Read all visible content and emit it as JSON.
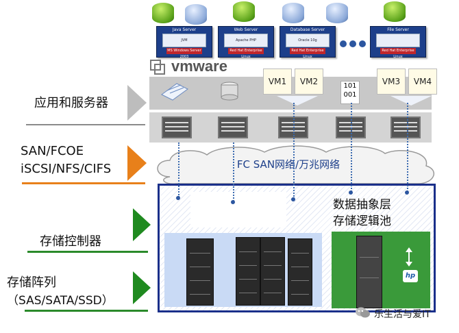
{
  "layers": {
    "apps": "应用和服务器",
    "network_line1": "SAN/FCOE",
    "network_line2": "iSCSI/NFS/CIFS",
    "controller": "存储控制器",
    "array_line1": "存储阵列",
    "array_line2": "（SAS/SATA/SSD）"
  },
  "servers": [
    {
      "title": "Java Server",
      "middle": "JVM",
      "os": "MS Windows Server 2003"
    },
    {
      "title": "Web Server",
      "middle": "Apache PHP",
      "os": "Red Hat Enterprise Linux"
    },
    {
      "title": "Database Server",
      "middle": "Oracle 10g",
      "os": "Red Hat Enterprise Linux"
    },
    {
      "title": "File Server",
      "middle": "",
      "os": "Red Hat Enterprise Linux"
    }
  ],
  "vmware_logo": "vmware",
  "vms": [
    "VM1",
    "VM2",
    "VM3",
    "VM4"
  ],
  "binary_icon": {
    "line1": "101",
    "line2": "001"
  },
  "network_cloud": "FC SAN网络/万兆网络",
  "abstraction": {
    "line1": "数据抽象层",
    "line2": "存储逻辑池"
  },
  "watermark": "乐生活与爱IT",
  "hp_logo": "hp",
  "icons": [
    "arrow-right-icon",
    "server-icon",
    "database-icon",
    "cloud-icon",
    "ellipsis-icon",
    "storage-rack-icon",
    "hp-logo-icon",
    "wechat-icon"
  ],
  "colors": {
    "gray_band": "#c8c8c8",
    "blue_box": "#1a2f8a",
    "green_arrow": "#1f8a1f",
    "orange_arrow": "#e8801a",
    "storage_blue": "#c9daf5",
    "storage_green": "#3a9a3a"
  }
}
